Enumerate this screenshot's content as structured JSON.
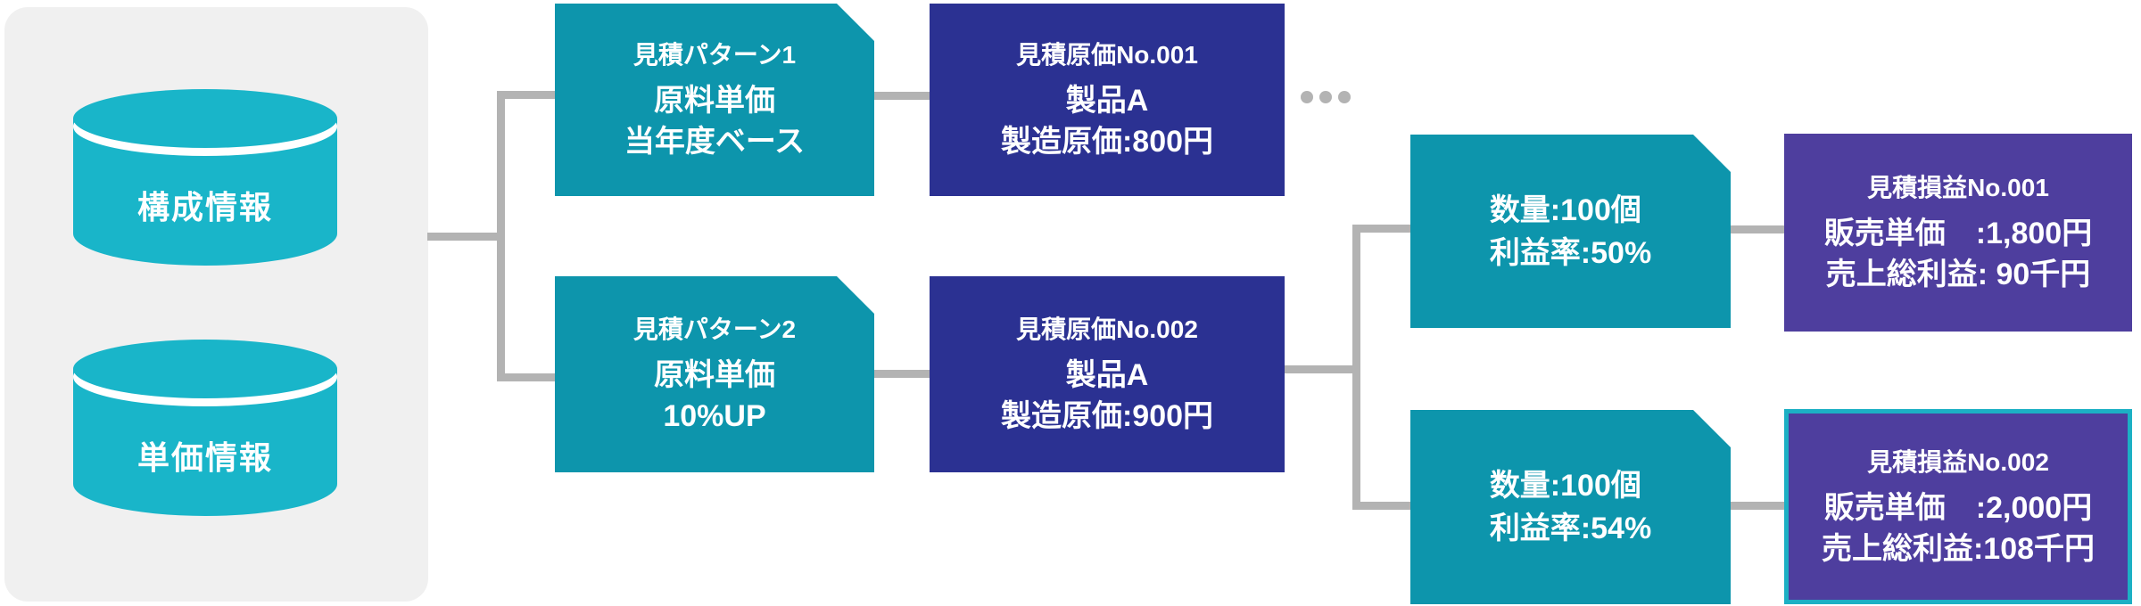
{
  "palette": {
    "teal_box": "#0d95ac",
    "teal_cylinder": "#19b5c9",
    "navy": "#2b3192",
    "purple": "#4e3e9e",
    "connector": "#b3b3b3",
    "panel_bg": "#f0f0f0",
    "border_teal": "#1cb0c4"
  },
  "source_panel": {
    "databases": [
      {
        "label": "構成情報"
      },
      {
        "label": "単価情報"
      }
    ]
  },
  "patterns": [
    {
      "title": "見積パターン1",
      "lines": [
        "原料単価",
        "当年度ベース"
      ]
    },
    {
      "title": "見積パターン2",
      "lines": [
        "原料単価",
        "10%UP"
      ]
    }
  ],
  "cost_estimates": [
    {
      "title": "見積原価No.001",
      "lines": [
        "製品A",
        "製造原価:800円"
      ]
    },
    {
      "title": "見積原価No.002",
      "lines": [
        "製品A",
        "製造原価:900円"
      ]
    }
  ],
  "more_indicator": {
    "dots": 3
  },
  "conditions": [
    {
      "lines": [
        "数量:100個",
        "利益率:50%"
      ]
    },
    {
      "lines": [
        "数量:100個",
        "利益率:54%"
      ]
    }
  ],
  "profit_estimates": [
    {
      "title": "見積損益No.001",
      "lines": [
        "販売単価　:1,800円",
        "売上総利益: 90千円"
      ],
      "highlighted": false
    },
    {
      "title": "見積損益No.002",
      "lines": [
        "販売単価　:2,000円",
        "売上総利益:108千円"
      ],
      "highlighted": true
    }
  ]
}
